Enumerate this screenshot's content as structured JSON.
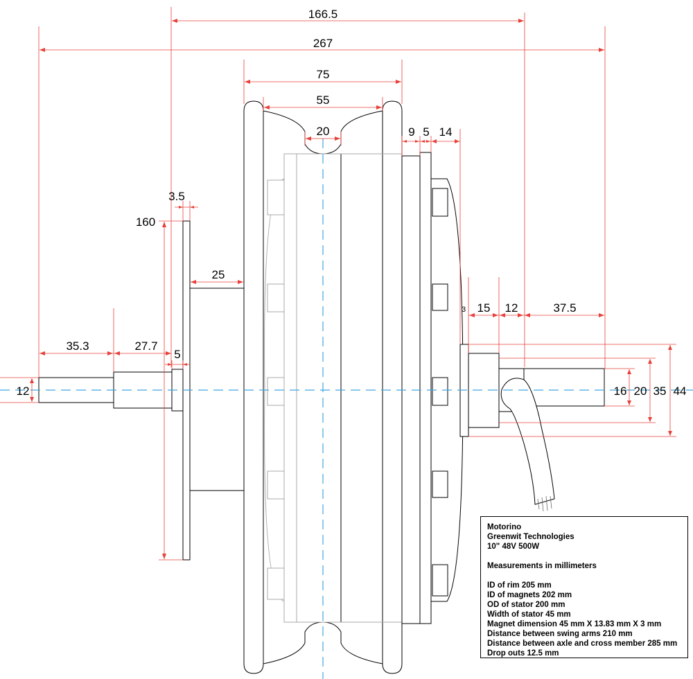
{
  "dimensions": {
    "d166_5": "166.5",
    "d267": "267",
    "d75": "75",
    "d55": "55",
    "d20_groove": "20",
    "d9": "9",
    "d5_top": "5",
    "d14": "14",
    "d3_5": "3.5",
    "d160": "160",
    "d25": "25",
    "d3_right": "3",
    "d15": "15",
    "d12_right": "12",
    "d37_5": "37.5",
    "d35_3": "35.3",
    "d27_7": "27.7",
    "d5_left": "5",
    "d12_left": "12",
    "d16": "16",
    "d20_right": "20",
    "d35": "35",
    "d44": "44"
  },
  "info": {
    "name": "Motorino",
    "company": "Greenwit Technologies",
    "model": "10\" 48V 500W",
    "units": "Measurements in millimeters",
    "specs": [
      "ID of rim  205 mm",
      "ID of magnets  202 mm",
      "OD of stator  200 mm",
      "Width of stator  45 mm",
      "Magnet dimension 45 mm X 13.83 mm X 3 mm",
      "Distance between swing arms  210 mm",
      "Distance between axle and cross member  285 mm",
      "Drop outs  12.5 mm"
    ]
  },
  "colors": {
    "dimension_lines": "#e8403a",
    "center_line": "#3fa7e0",
    "outline": "#000000"
  }
}
